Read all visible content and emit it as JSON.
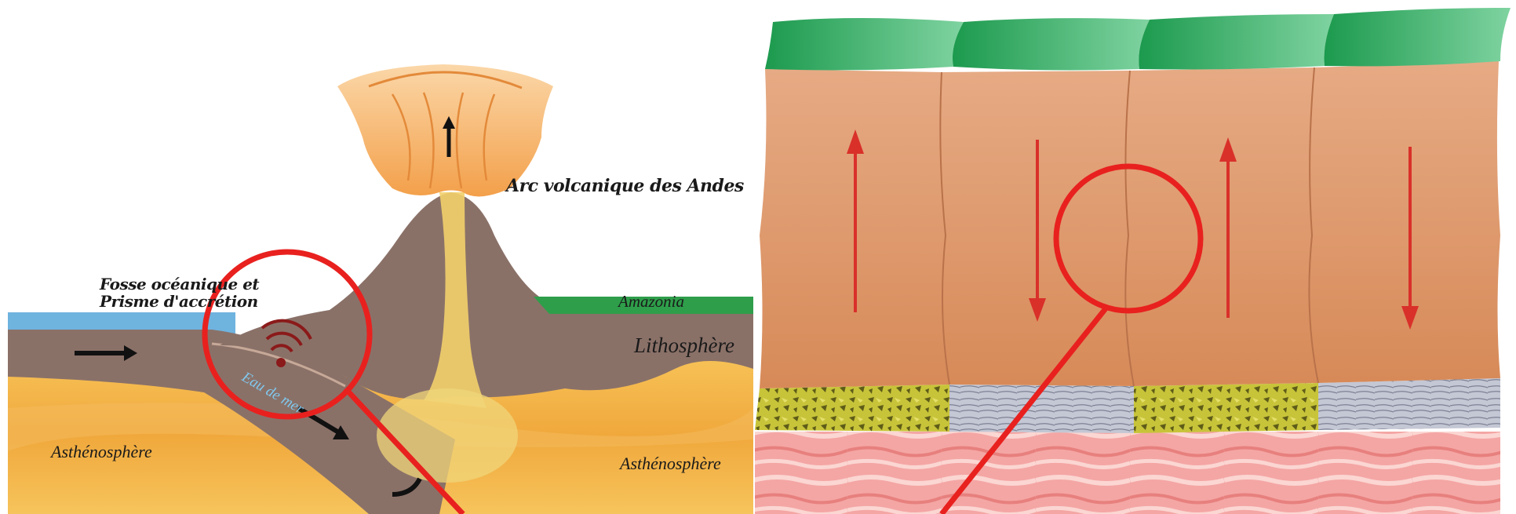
{
  "labels": {
    "volcanic_arc": "Arc volcanique des Andes",
    "trench_line1": "Fosse océanique et",
    "trench_line2": "Prisme d'accrétion",
    "amazonia": "Amazonia",
    "lithosphere": "Lithosphère",
    "asthenosphere_left": "Asthénosphère",
    "asthenosphere_right": "Asthénosphère",
    "seawater": "Eau de mer"
  },
  "colors": {
    "ocean": "#6fb3df",
    "lithosphere": "#8a7168",
    "asthenosphere": "#f0b24a",
    "amazonia": "#2e9e4a",
    "magma": "#f2d06c",
    "plume": "#f3a04a",
    "highlight_circle": "#e8211f",
    "fault_arrow": "#d9302a",
    "crust_top": "#3aa865",
    "crust_block": "#e0a27a",
    "gneiss_yellow": "#c9c43a",
    "gneiss_grey": "#b8bccb",
    "mantle_pink": "#f2a0a0"
  },
  "icons": [
    "earthquake-icon",
    "plate-motion-arrow-icon",
    "fault-motion-arrow-icon"
  ]
}
